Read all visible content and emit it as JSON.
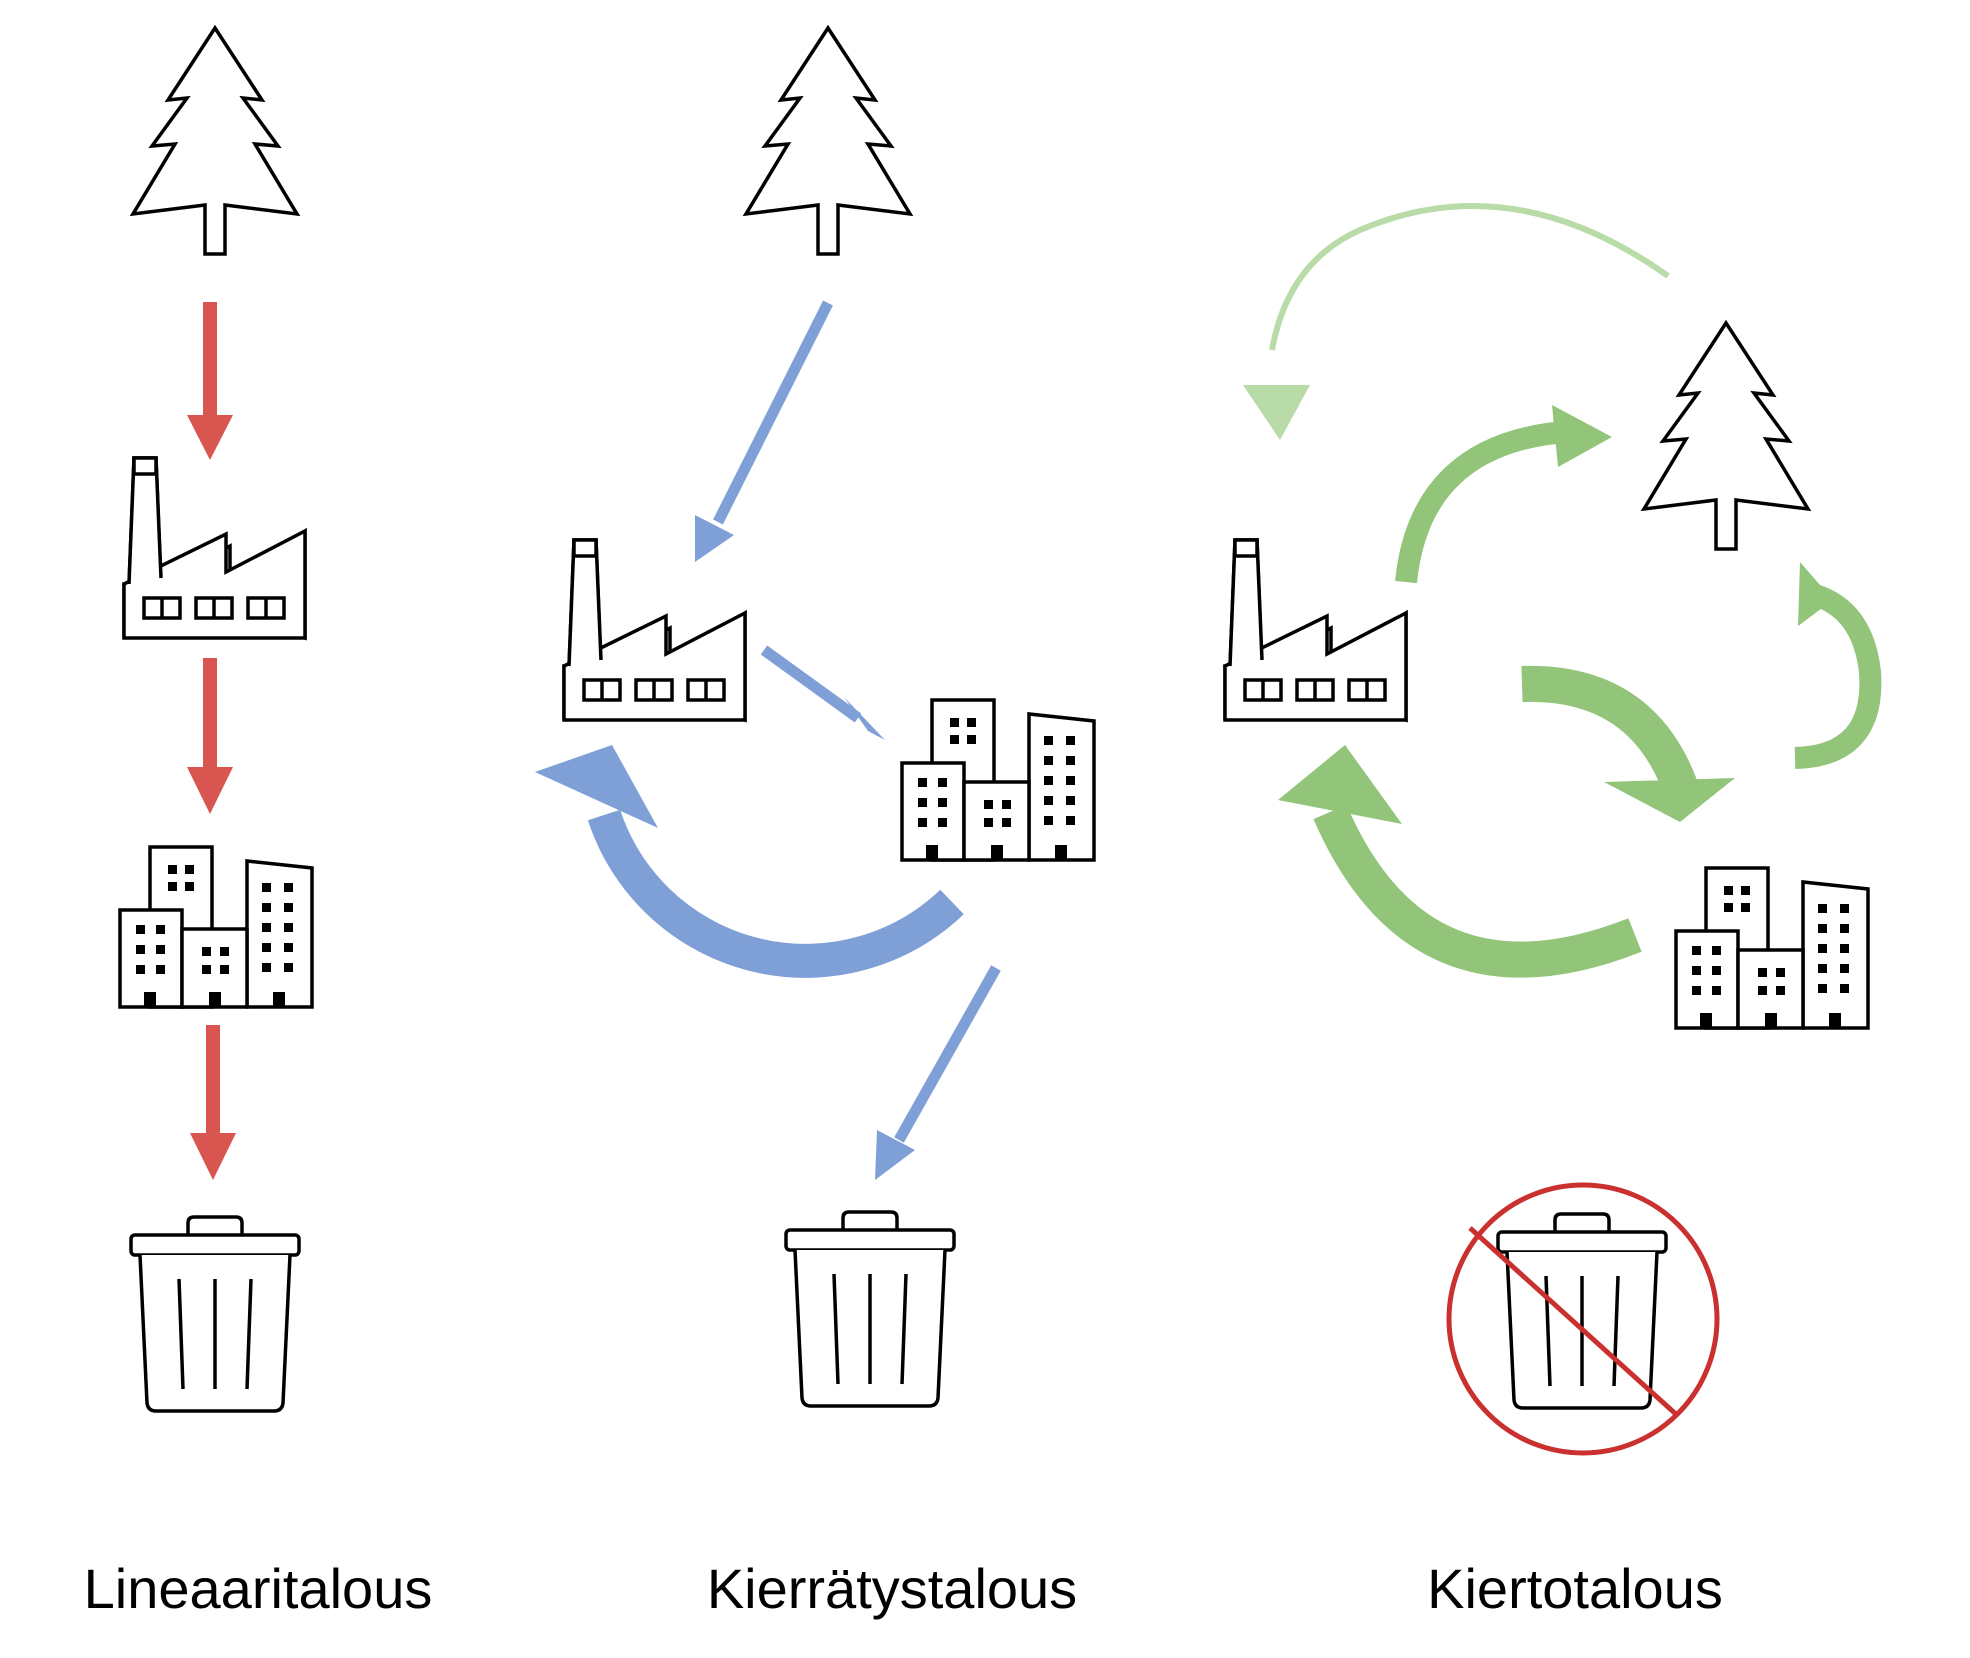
{
  "panels": [
    {
      "label": "Lineaaritalous",
      "arrow_color": "#D95550"
    },
    {
      "label": "Kierrätystalous",
      "arrow_color": "#7F9FD7"
    },
    {
      "label": "Kiertotalous",
      "arrow_color": "#92C47A",
      "arrow_color_light": "#B9DBA8",
      "prohibit_color": "#C9302E"
    }
  ],
  "icons": [
    "tree-icon",
    "factory-icon",
    "buildings-icon",
    "trash-can-icon",
    "prohibited-icon"
  ]
}
